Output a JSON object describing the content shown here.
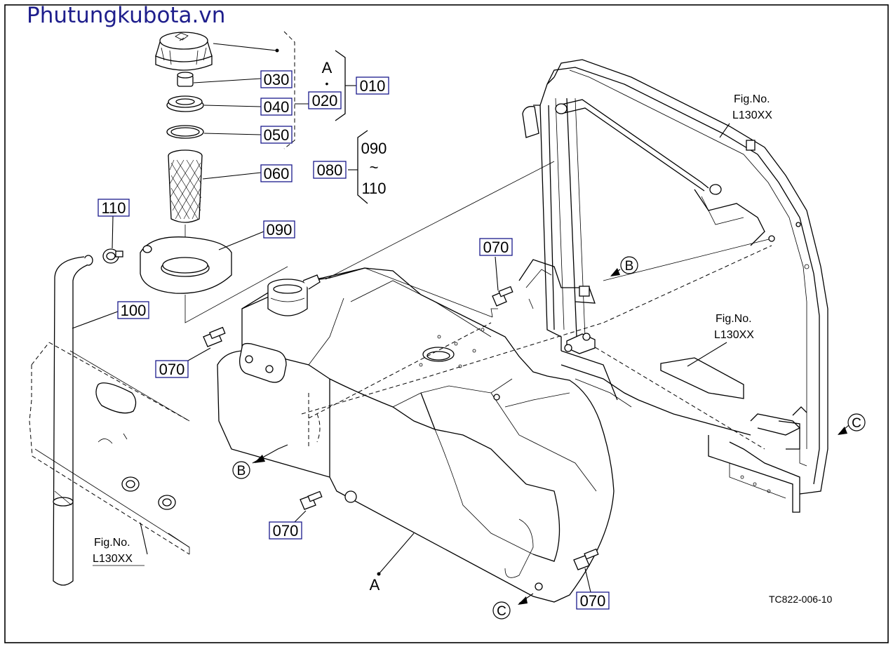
{
  "site": {
    "title": "Phutungkubota.vn"
  },
  "labels": {
    "p030": "030",
    "p040": "040",
    "p050": "050",
    "p060": "060",
    "p090": "090",
    "p110": "110",
    "p100": "100",
    "p010": "010",
    "p020": "020",
    "p080": "080",
    "r090": "090",
    "r110": "110",
    "tilde": "~",
    "setA": "A",
    "dot": "•",
    "p070a": "070",
    "p070b": "070",
    "p070c": "070",
    "p070d": "070",
    "A": "A",
    "B1": "B",
    "B2": "B",
    "C1": "C",
    "C2": "C"
  },
  "figrefs": [
    {
      "line1": "Fig.No.",
      "line2": "L130XX"
    },
    {
      "line1": "Fig.No.",
      "line2": "L130XX"
    },
    {
      "line1": "Fig.No.",
      "line2": "L130XX"
    }
  ],
  "drawing_code": "TC822-006-10"
}
